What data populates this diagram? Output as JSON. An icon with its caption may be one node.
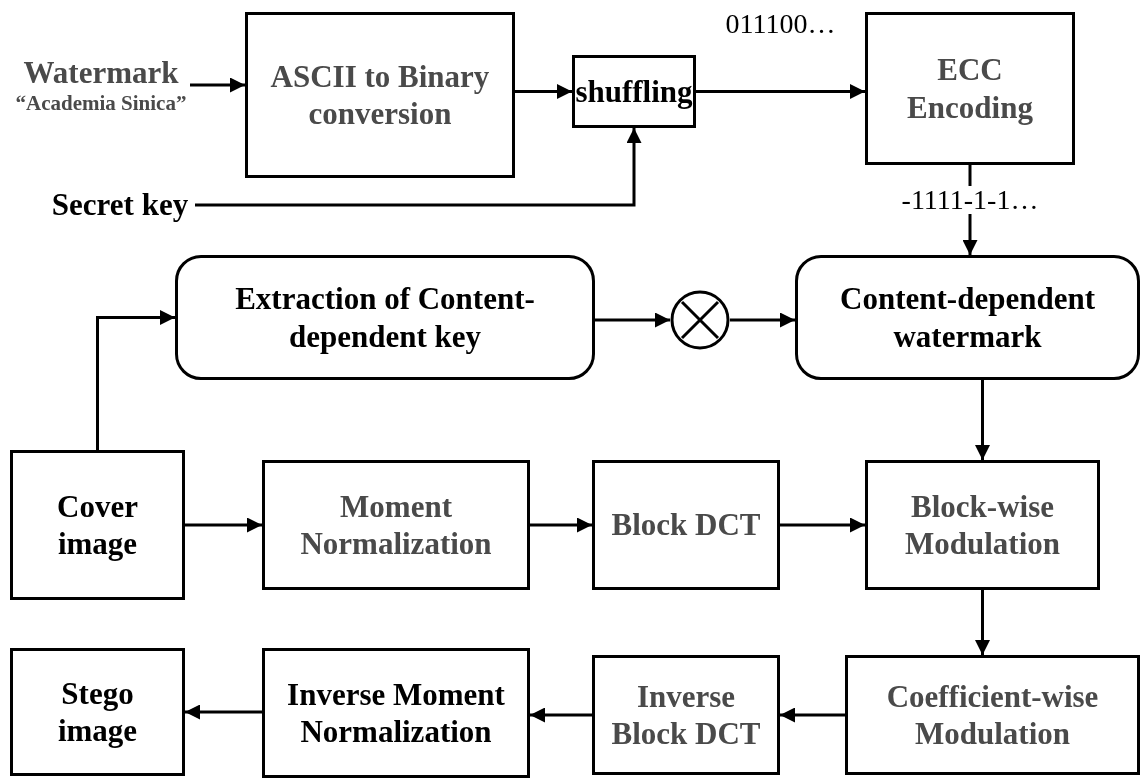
{
  "diagram": {
    "nodes": [
      {
        "text": [
          "Watermark",
          "“Academia Sinica”"
        ]
      },
      {
        "text": [
          "ASCII to Binary conversion"
        ]
      },
      {
        "text": [
          "shuffling"
        ]
      },
      {
        "text": [
          "ECC Encoding"
        ]
      },
      {
        "text": [
          "Secret key"
        ]
      },
      {
        "text": [
          "Extraction of Content-dependent key"
        ]
      },
      {
        "text": [],
        "shape": "circle"
      },
      {
        "text": [
          "Content-dependent watermark"
        ]
      },
      {
        "text": [
          "Cover image"
        ]
      },
      {
        "text": [
          "Moment Normalization"
        ]
      },
      {
        "text": [
          "Block DCT"
        ]
      },
      {
        "text": [
          "Block-wise Modulation"
        ]
      },
      {
        "text": [
          "Stego image"
        ]
      },
      {
        "text": [
          "Inverse Moment Normalization"
        ]
      },
      {
        "text": [
          "Inverse Block DCT"
        ]
      },
      {
        "text": [
          "Coefficient-wise Modulation"
        ]
      }
    ],
    "edges": [
      {
        "from": 0,
        "to": 1,
        "arrow": "to"
      },
      {
        "from": 1,
        "to": 2,
        "arrow": "to"
      },
      {
        "from": 2,
        "to": 3,
        "arrow": "to",
        "label": "011100…"
      },
      {
        "from": 4,
        "to": 2,
        "arrow": "to"
      },
      {
        "from": 3,
        "to": 7,
        "arrow": "to",
        "label": "-1111-1-1…"
      },
      {
        "from": 8,
        "to": 5,
        "arrow": "to"
      },
      {
        "from": 5,
        "to": 6,
        "arrow": "to"
      },
      {
        "from": 6,
        "to": 7,
        "arrow": "to"
      },
      {
        "from": 7,
        "to": 11,
        "arrow": "to"
      },
      {
        "from": 8,
        "to": 9,
        "arrow": "to"
      },
      {
        "from": 9,
        "to": 10,
        "arrow": "to"
      },
      {
        "from": 10,
        "to": 11,
        "arrow": "to"
      },
      {
        "from": 11,
        "to": 15,
        "arrow": "to"
      },
      {
        "from": 15,
        "to": 14,
        "arrow": "to"
      },
      {
        "from": 14,
        "to": 13,
        "arrow": "to"
      },
      {
        "from": 13,
        "to": 12,
        "arrow": "to"
      }
    ]
  }
}
